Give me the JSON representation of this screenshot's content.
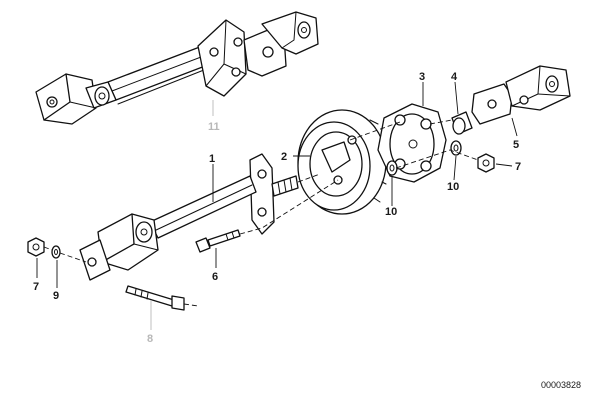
{
  "labels": {
    "p1": "1",
    "p2": "2",
    "p3": "3",
    "p4": "4",
    "p5": "5",
    "p6": "6",
    "p7a": "7",
    "p7b": "7",
    "p8": "8",
    "p9": "9",
    "p10a": "10",
    "p10b": "10",
    "p11": "11"
  },
  "catalog_number": "00003828",
  "colors": {
    "ink": "#111111",
    "faded": "#b8b8b8",
    "background": "#ffffff"
  }
}
